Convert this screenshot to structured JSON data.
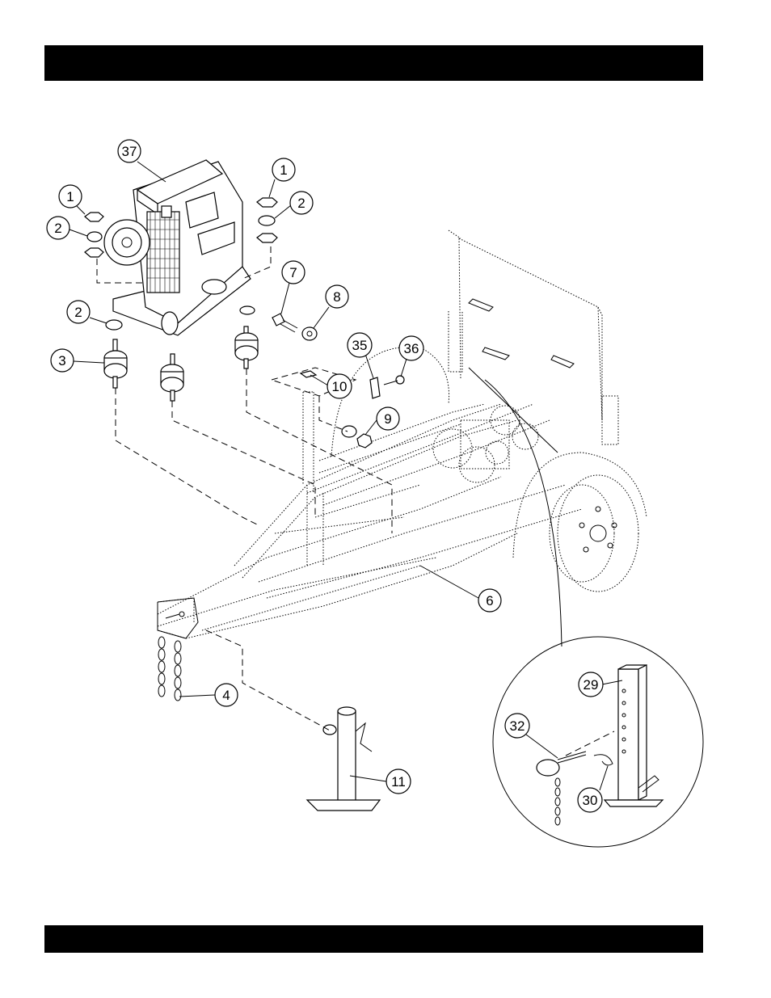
{
  "header_bar": {
    "text": ""
  },
  "footer_bar": {
    "text": ""
  },
  "callouts": {
    "c37": "37",
    "c1a": "1",
    "c2a": "2",
    "c1b": "1",
    "c2b": "2",
    "c7": "7",
    "c8": "8",
    "c2c": "2",
    "c3": "3",
    "c35": "35",
    "c36": "36",
    "c10": "10",
    "c9": "9",
    "c6": "6",
    "c4": "4",
    "c11": "11",
    "c29": "29",
    "c32": "32",
    "c30": "30"
  }
}
